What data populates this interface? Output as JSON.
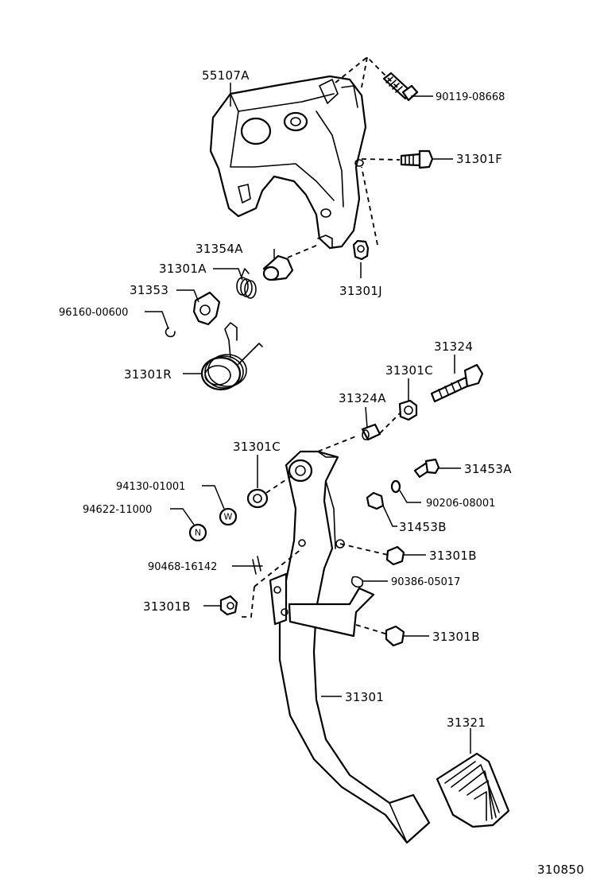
{
  "labels": {
    "p55107A": "55107A",
    "p90119_08668": "90119-08668",
    "p31301F": "31301F",
    "p31354A": "31354A",
    "p31301A": "31301A",
    "p31353": "31353",
    "p96160_00600": "96160-00600",
    "p31301J": "31301J",
    "p31301R": "31301R",
    "p31324": "31324",
    "p31301C_top": "31301C",
    "p31324A": "31324A",
    "p31301C_left": "31301C",
    "p31453A": "31453A",
    "p94130_01001": "94130-01001",
    "p90206_08001": "90206-08001",
    "p94622_11000": "94622-11000",
    "p31453B": "31453B",
    "p31301B_1": "31301B",
    "p90468_16142": "90468-16142",
    "p90386_05017": "90386-05017",
    "p31301B_left": "31301B",
    "p31301B_2": "31301B",
    "p31301": "31301",
    "p31321": "31321"
  },
  "markers": {
    "washer": "W",
    "nut": "N"
  },
  "figure_code": "310850"
}
